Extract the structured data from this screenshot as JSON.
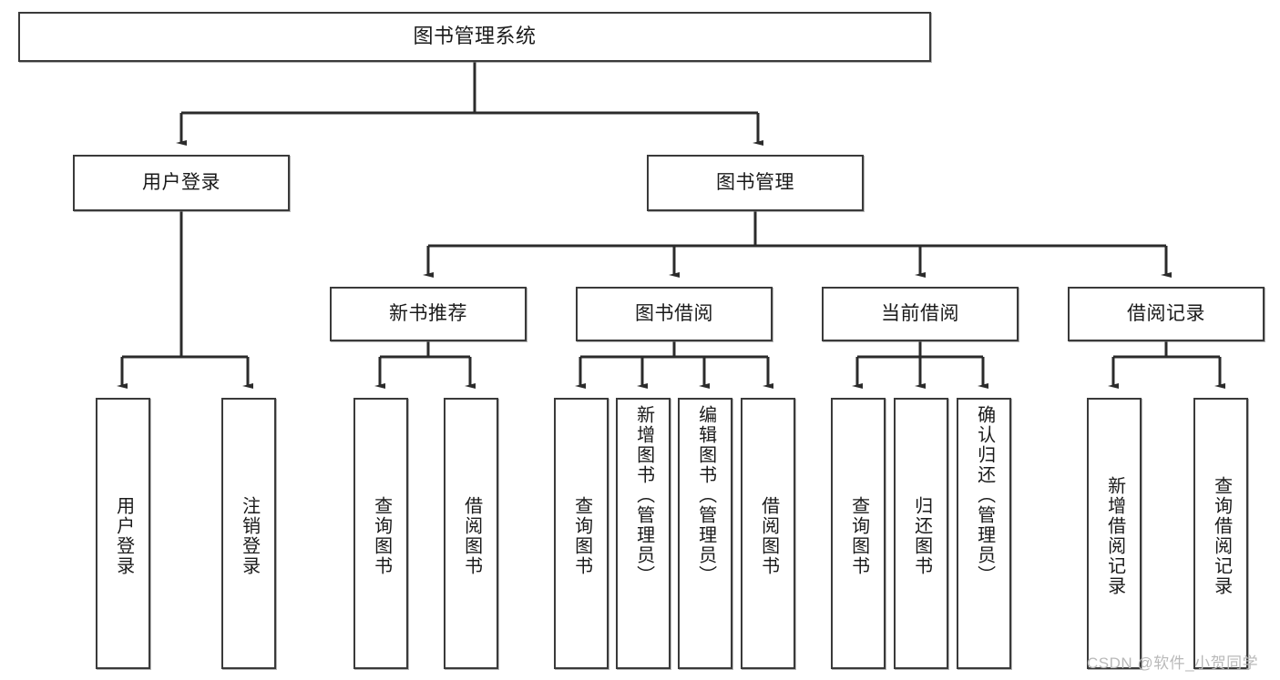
{
  "diagram": {
    "title": "图书管理系统",
    "watermark": "CSDN @软件_小贺同学",
    "colors": {
      "background": "#ffffff",
      "node_border": "#3a3a3a",
      "node_fill": "#ffffff",
      "connector": "#2b2b2b",
      "text": "#1a1a1a",
      "watermark": "#b9b9b9"
    },
    "levels": {
      "root": "图书管理系统",
      "level2": [
        "用户登录",
        "图书管理"
      ],
      "level3": [
        "新书推荐",
        "图书借阅",
        "当前借阅",
        "借阅记录"
      ]
    },
    "nodes": {
      "root": {
        "label": "图书管理系统"
      },
      "user_login": {
        "label": "用户登录"
      },
      "book_manage": {
        "label": "图书管理"
      },
      "new_book_rec": {
        "label": "新书推荐"
      },
      "book_borrow": {
        "label": "图书借阅"
      },
      "current_borrow": {
        "label": "当前借阅"
      },
      "borrow_record": {
        "label": "借阅记录"
      },
      "leaf_user_login": {
        "label": "用户登录"
      },
      "leaf_user_logout": {
        "label": "注销登录"
      },
      "leaf_query_book_1": {
        "label": "查询图书"
      },
      "leaf_borrow_book_1": {
        "label": "借阅图书"
      },
      "leaf_query_book_2": {
        "label": "查询图书"
      },
      "leaf_add_book": {
        "label": "新增图书（管理员）"
      },
      "leaf_edit_book": {
        "label": "编辑图书（管理员）"
      },
      "leaf_borrow_book_2": {
        "label": "借阅图书"
      },
      "leaf_query_book_3": {
        "label": "查询图书"
      },
      "leaf_return_book": {
        "label": "归还图书"
      },
      "leaf_confirm_return": {
        "label": "确认归还（管理员）"
      },
      "leaf_add_record": {
        "label": "新增借阅记录"
      },
      "leaf_query_record": {
        "label": "查询借阅记录"
      }
    }
  }
}
